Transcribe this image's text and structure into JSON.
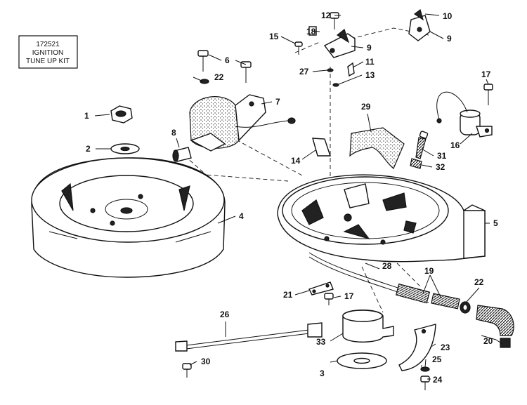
{
  "kit_label": {
    "line1": "172521",
    "line2": "IGNITION",
    "line3": "TUNE UP KIT"
  },
  "callouts": {
    "c1": "1",
    "c2": "2",
    "c3": "3",
    "c4": "4",
    "c5": "5",
    "c6": "6",
    "c7": "7",
    "c8": "8",
    "c9a": "9",
    "c9b": "9",
    "c10": "10",
    "c11": "11",
    "c12": "12",
    "c13": "13",
    "c14": "14",
    "c15": "15",
    "c16": "16",
    "c17a": "17",
    "c17b": "17",
    "c18": "18",
    "c19": "19",
    "c20": "20",
    "c21": "21",
    "c22a": "22",
    "c22b": "22",
    "c23": "23",
    "c24": "24",
    "c25": "25",
    "c26": "26",
    "c27": "27",
    "c28": "28",
    "c29": "29",
    "c30": "30",
    "c31": "31",
    "c32": "32",
    "c33": "33"
  }
}
